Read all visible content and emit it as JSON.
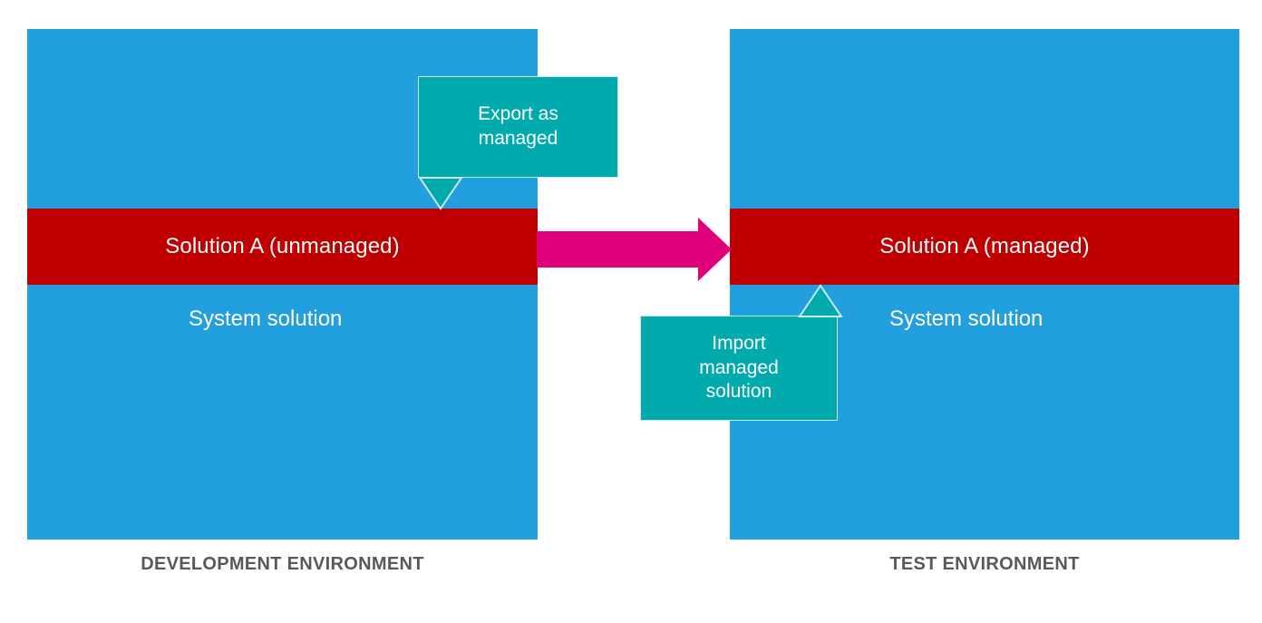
{
  "diagram": {
    "title_colors": {
      "panel_blue": "#219fdf",
      "solution_red": "#c00000",
      "callout_teal": "#00aaad",
      "arrow_magenta": "#e0007a",
      "caption_gray": "#595959",
      "text_white": "#ffffff"
    },
    "environments": [
      {
        "id": "development",
        "caption": "DEVELOPMENT ENVIRONMENT",
        "solution_label": "Solution A (unmanaged)",
        "system_label": "System solution"
      },
      {
        "id": "test",
        "caption": "TEST ENVIRONMENT",
        "solution_label": "Solution A (managed)",
        "system_label": "System solution"
      }
    ],
    "callouts": [
      {
        "id": "export",
        "text": "Export as\nmanaged",
        "direction": "down"
      },
      {
        "id": "import",
        "text": "Import\nmanaged\nsolution",
        "direction": "up"
      }
    ],
    "arrow": {
      "id": "transfer-arrow",
      "direction": "right",
      "from": "DEVELOPMENT ENVIRONMENT",
      "to": "TEST ENVIRONMENT"
    }
  }
}
